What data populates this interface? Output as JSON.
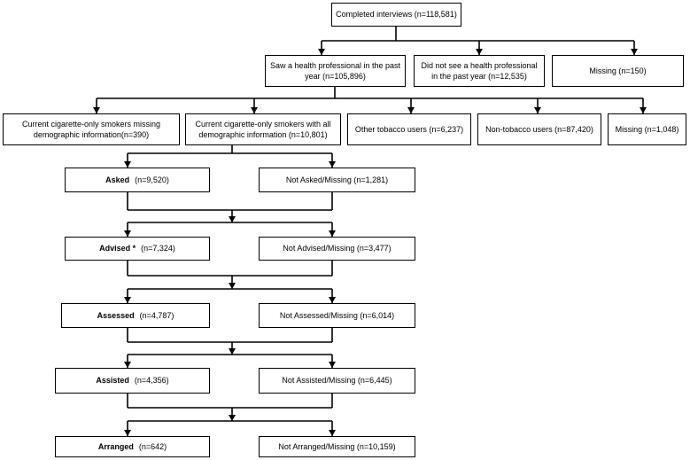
{
  "boxes": {
    "completed": "Completed interviews (n=118,581)",
    "saw": "Saw a health professional in the past year (n=105,896)",
    "not_saw": "Did not see a health professional in the past year (n=12,535)",
    "missing_top": "Missing (n=150)",
    "current_missing": "Current cigarette-only smokers missing demographic information(n=390)",
    "current_all": "Current cigarette-only smokers with all demographic information (n=10,801)",
    "other_tobacco": "Other tobacco users (n=6,237)",
    "non_tobacco": "Non-tobacco users (n=87,420)",
    "missing_mid": "Missing (n=1,048)"
  },
  "steps": [
    {
      "label": "Asked",
      "count": "(n=9,520)",
      "not": "Not Asked/Missing (n=1,281)"
    },
    {
      "label": "Advised *",
      "count": "(n=7,324)",
      "not": "Not Advised/Missing (n=3,477)"
    },
    {
      "label": "Assessed",
      "count": "(n=4,787)",
      "not": "Not Assessed/Missing (n=6,014)"
    },
    {
      "label": "Assisted",
      "count": "(n=4,356)",
      "not": "Not Assisted/Missing (n=6,445)"
    },
    {
      "label": "Arranged",
      "count": "(n=642)",
      "not": "Not Arranged/Missing (n=10,159)"
    }
  ]
}
